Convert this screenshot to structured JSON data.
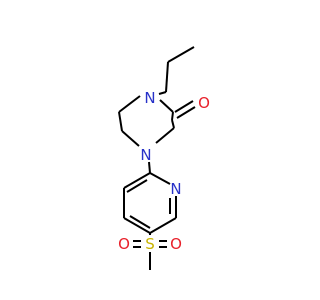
{
  "molecule": {
    "atoms": {
      "n_amide": {
        "label": "N",
        "color": "#2832c8"
      },
      "n_amine": {
        "label": "N",
        "color": "#2832c8"
      },
      "n_pyridine": {
        "label": "N",
        "color": "#2832c8"
      },
      "o_carbonyl": {
        "label": "O",
        "color": "#e8202a"
      },
      "s_sulfonyl": {
        "label": "S",
        "color": "#c8b400"
      },
      "o_sulfonyl_left": {
        "label": "O",
        "color": "#e8202a"
      },
      "o_sulfonyl_right": {
        "label": "O",
        "color": "#e8202a"
      }
    }
  }
}
